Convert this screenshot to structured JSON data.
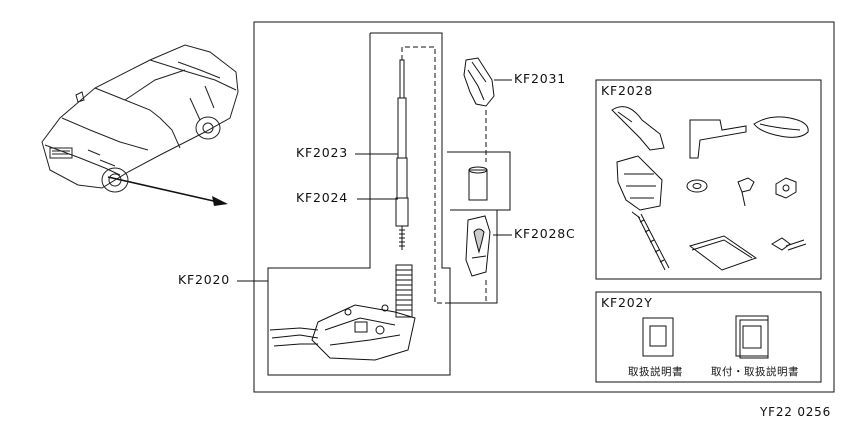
{
  "labels": {
    "kf2020": "KF2020",
    "kf2023": "KF2023",
    "kf2024": "KF2024",
    "kf2031": "KF2031",
    "kf2028c": "KF2028C",
    "kf2028": "KF2028",
    "kf202y": "KF202Y"
  },
  "manuals": {
    "owner_manual": "取扱説明書",
    "install_manual": "取付・取扱説明書"
  },
  "footer_code": "YF22 0256"
}
